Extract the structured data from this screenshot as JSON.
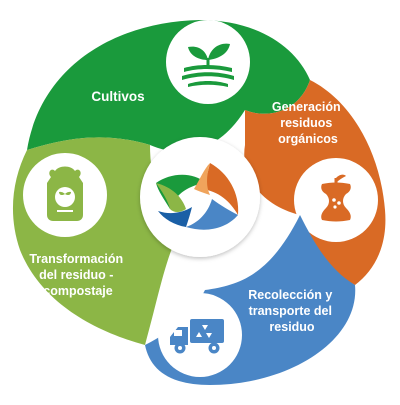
{
  "diagram": {
    "type": "cycle",
    "segments": [
      {
        "id": "cultivos",
        "lines": [
          "Cultivos"
        ],
        "color": "#1a9a3c",
        "icon": "sprout-field-icon"
      },
      {
        "id": "generacion",
        "lines": [
          "Generación",
          "residuos",
          "orgánicos"
        ],
        "color": "#d96a25",
        "icon": "apple-core-icon"
      },
      {
        "id": "recoleccion",
        "lines": [
          "Recolección y",
          "transporte del",
          "residuo"
        ],
        "color": "#4a86c6",
        "icon": "recycling-truck-icon"
      },
      {
        "id": "transformacion",
        "lines": [
          "Transformación",
          "del residuo -",
          "compostaje"
        ],
        "color": "#8cb646",
        "icon": "compost-bag-icon"
      }
    ],
    "center_icon": "swirl-cycle-icon"
  }
}
